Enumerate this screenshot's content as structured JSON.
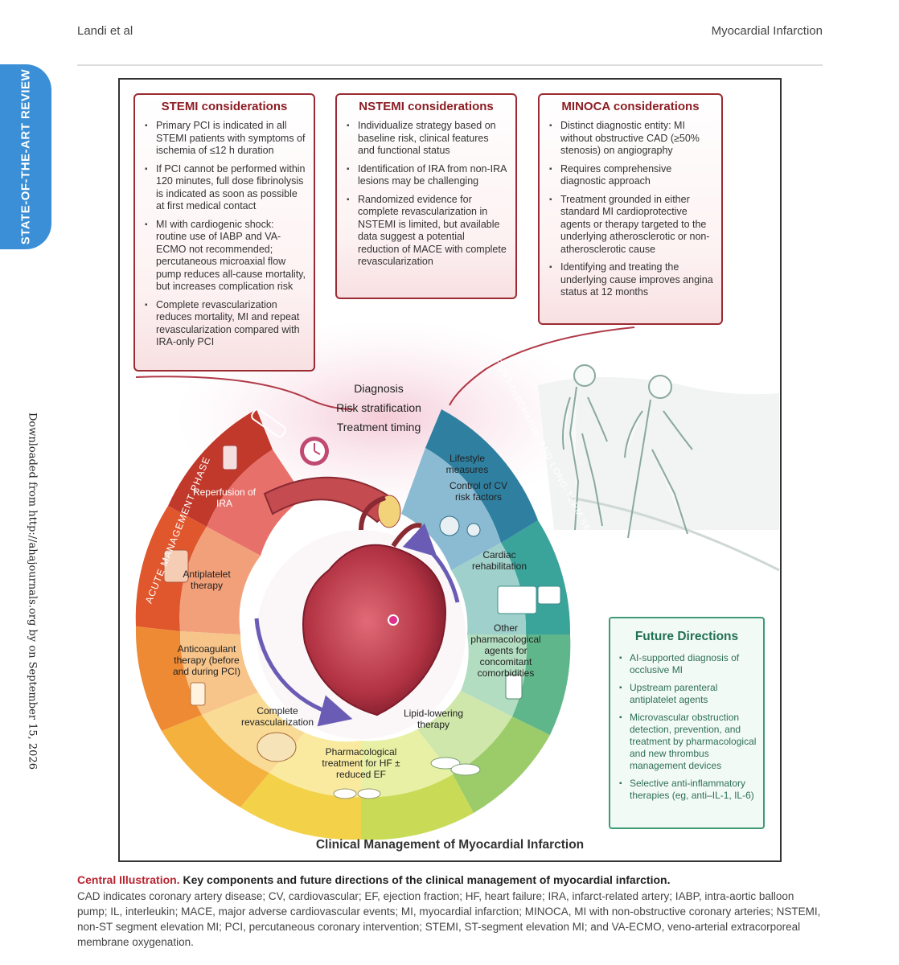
{
  "header": {
    "left": "Landi et al",
    "right": "Myocardial Infarction"
  },
  "side_tab": "STATE-OF-THE-ART REVIEW",
  "side_download": "Downloaded from http://ahajournals.org by on September 15, 2026",
  "boxes": {
    "stemi": {
      "title": "STEMI considerations",
      "items": [
        "Primary PCI is indicated in all STEMI patients with symptoms of ischemia of ≤12 h duration",
        "If PCI cannot be performed within 120 minutes, full dose fibrinolysis is indicated as soon as possible at first medical contact",
        "MI with cardiogenic shock: routine use of IABP and VA-ECMO not recommended; percutaneous microaxial flow pump reduces all-cause mortality, but increases complication risk",
        "Complete revascularization reduces mortality, MI and repeat revascularization compared with IRA-only PCI"
      ]
    },
    "nstemi": {
      "title": "NSTEMI considerations",
      "items": [
        "Individualize strategy based on baseline risk, clinical features and functional status",
        "Identification of IRA from non-IRA lesions may be challenging",
        "Randomized evidence for complete revascularization in NSTEMI is limited, but available data suggest a potential reduction of MACE with complete revascularization"
      ]
    },
    "minoca": {
      "title": "MINOCA considerations",
      "items": [
        "Distinct diagnostic entity: MI without obstructive CAD (≥50% stenosis) on angiography",
        "Requires comprehensive diagnostic approach",
        "Treatment grounded in either standard MI cardioprotective agents or therapy targeted to the underlying atherosclerotic or non-atherosclerotic cause",
        "Identifying and treating the underlying cause improves angina status at 12 months"
      ]
    }
  },
  "center": {
    "line1": "Diagnosis",
    "line2": "Risk stratification",
    "line3": "Treatment timing"
  },
  "ring": {
    "acute_label": "ACUTE MANAGEMENT PHASE",
    "post_label": "POST-DISCHARGE AND LONG-TERM SECONDARY PREVENTION",
    "segments": {
      "reperfusion": "Reperfusion of IRA",
      "antiplatelet": "Antiplatelet therapy",
      "anticoagulant": "Anticoagulant therapy (before and during PCI)",
      "complete_revasc": "Complete revascularization",
      "pharm_hf": "Pharmacological treatment for HF ± reduced EF",
      "lipid": "Lipid-lowering therapy",
      "other_pharm": "Other pharmacological agents for concomitant comorbidities",
      "cardiac_rehab": "Cardiac rehabilitation",
      "lifestyle": "Lifestyle measures",
      "cv_risk": "Control of CV risk factors"
    }
  },
  "future": {
    "title": "Future Directions",
    "items": [
      "AI-supported diagnosis of occlusive MI",
      "Upstream parenteral antiplatelet agents",
      "Microvascular obstruction detection, prevention, and treatment by pharmacological and new thrombus management devices",
      "Selective anti-inflammatory therapies (eg, anti–IL-1, IL-6)"
    ]
  },
  "figure_title": "Clinical Management of Myocardial Infarction",
  "caption": {
    "label": "Central Illustration.",
    "title": "Key components and future directions of the clinical management of myocardial infarction.",
    "body": "CAD indicates coronary artery disease; CV, cardiovascular; EF, ejection fraction; HF, heart failure; IRA, infarct-related artery; IABP, intra-aortic balloon pump; IL, interleukin; MACE, major adverse cardiovascular events; MI, myocardial infarction; MINOCA, MI with non-obstructive coronary arteries; NSTEMI, non-ST segment elevation MI; PCI, percutaneous coronary intervention; STEMI, ST-segment elevation MI; and VA-ECMO, veno-arterial extracorporeal membrane oxygenation."
  },
  "colors": {
    "stemi_border": "#9b2b33",
    "future_border": "#3f9a74",
    "side_tab": "#3a8fd6",
    "caption_red": "#b8232f"
  }
}
